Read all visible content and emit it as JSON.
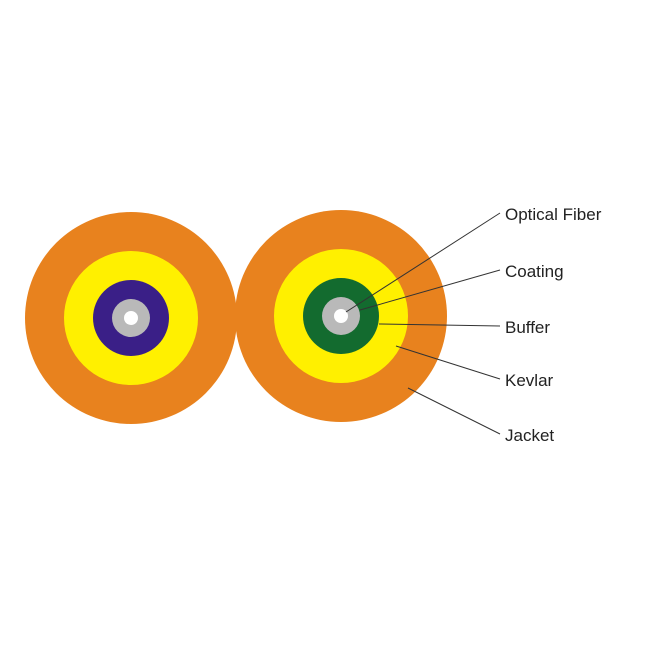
{
  "colors": {
    "background": "#ffffff",
    "jacket": "#e8821e",
    "kevlar": "#fff000",
    "buffer_left": "#3a1f87",
    "buffer_right": "#136b2f",
    "coating": "#b9b9b9",
    "optical_fiber": "#ffffff",
    "leader_line": "#333333",
    "label_text": "#222222"
  },
  "callouts": [
    {
      "id": "optical-fiber",
      "label": "Optical Fiber"
    },
    {
      "id": "coating",
      "label": "Coating"
    },
    {
      "id": "buffer",
      "label": "Buffer"
    },
    {
      "id": "kevlar",
      "label": "Kevlar"
    },
    {
      "id": "jacket",
      "label": "Jacket"
    }
  ]
}
